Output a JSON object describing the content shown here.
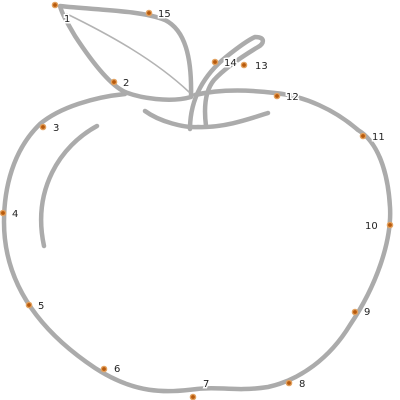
{
  "worksheet": {
    "subject": "apple",
    "line_color": "#ababab",
    "marker_color": "#b85a0c",
    "dots": [
      {
        "number": "1"
      },
      {
        "number": "2"
      },
      {
        "number": "3"
      },
      {
        "number": "4"
      },
      {
        "number": "5"
      },
      {
        "number": "6"
      },
      {
        "number": "7"
      },
      {
        "number": "8"
      },
      {
        "number": "9"
      },
      {
        "number": "10"
      },
      {
        "number": "11"
      },
      {
        "number": "12"
      },
      {
        "number": "13"
      },
      {
        "number": "14"
      },
      {
        "number": "15"
      }
    ]
  }
}
